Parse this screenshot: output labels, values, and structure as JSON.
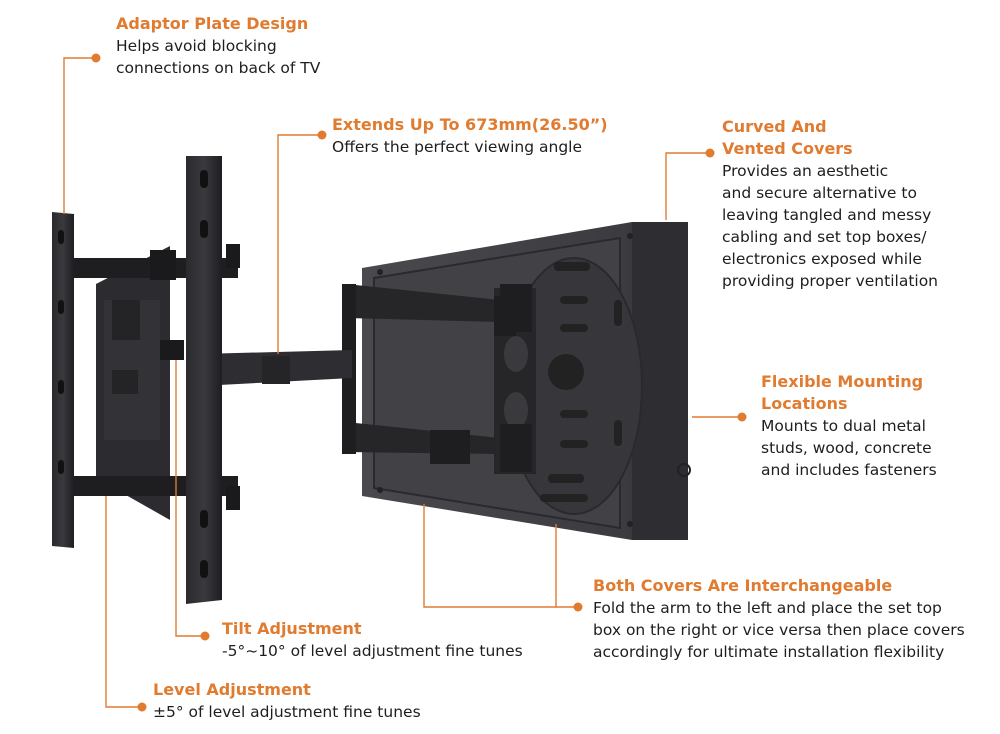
{
  "accent_color": "#e07b30",
  "callouts": {
    "adaptor": {
      "title": "Adaptor Plate Design",
      "desc": "Helps avoid blocking\nconnections on back of TV"
    },
    "extends": {
      "title": "Extends Up To 673mm(26.50”)",
      "desc": "Offers the perfect viewing angle"
    },
    "curved": {
      "title": "Curved And\nVented Covers",
      "desc": "Provides an aesthetic\nand secure alternative to\nleaving tangled and messy\ncabling and set top boxes/\nelectronics exposed while\nproviding proper ventilation"
    },
    "flexible": {
      "title": "Flexible Mounting\nLocations",
      "desc": "Mounts to dual metal\nstuds, wood, concrete\nand includes fasteners"
    },
    "interchangeable": {
      "title": "Both Covers Are Interchangeable",
      "desc": "Fold the arm to the left and place the set top\nbox on the right or vice versa then place covers\naccordingly for ultimate installation flexibility"
    },
    "tilt": {
      "title": "Tilt Adjustment",
      "desc": "-5°~10° of level adjustment fine tunes"
    },
    "level": {
      "title": "Level Adjustment",
      "desc": "±5° of level adjustment fine tunes"
    }
  }
}
